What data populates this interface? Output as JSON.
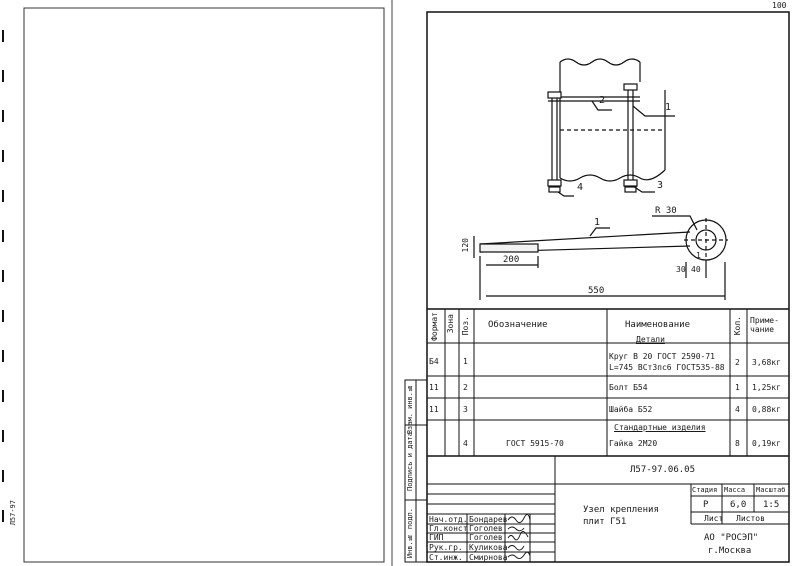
{
  "corner_mark": "100",
  "drawing": {
    "callouts": [
      "1",
      "2",
      "3",
      "4"
    ],
    "radius_label": "R 30",
    "dim_height": "120",
    "dim_thread": "200",
    "dim_total": "550",
    "dim_right_a": "30",
    "dim_right_b": "40",
    "dim_right_c": "1"
  },
  "spec": {
    "headers": {
      "format": "Формат",
      "zone": "Зона",
      "pos": "Поз.",
      "designation": "Обозначение",
      "name": "Наименование",
      "qty": "Кол.",
      "note": "Приме-чание"
    },
    "section_details": "Детали",
    "section_standard": "Стандартные изделия",
    "rows": [
      {
        "format": "Б4",
        "pos": "1",
        "designation": "",
        "name_line1": "Круг В 20 ГОСТ 2590-71",
        "name_line2": "L=745 ВСт3пс6 ГОСТ535-88",
        "qty": "2",
        "note": "3,68кг"
      },
      {
        "format": "11",
        "pos": "2",
        "designation": "",
        "name_line1": "Болт Б54",
        "name_line2": "",
        "qty": "1",
        "note": "1,25кг"
      },
      {
        "format": "11",
        "pos": "3",
        "designation": "",
        "name_line1": "Шайба Б52",
        "name_line2": "",
        "qty": "4",
        "note": "0,88кг"
      },
      {
        "format": "",
        "pos": "4",
        "designation": "ГОСТ 5915-70",
        "name_line1": "Гайка 2М20",
        "name_line2": "",
        "qty": "8",
        "note": "0,19кг"
      }
    ]
  },
  "title_block": {
    "code": "Л57-97.06.05",
    "title_line1": "Узел крепления",
    "title_line2": "плит Г51",
    "stage_label": "Стадия",
    "mass_label": "Масса",
    "scale_label": "Масштаб",
    "stage": "Р",
    "mass": "6,0",
    "scale": "1:5",
    "sheet_label": "Лист",
    "sheets_label": "Листов",
    "org_line1": "АО \"РОСЭП\"",
    "org_line2": "г.Москва",
    "roles": [
      {
        "role": "Нач.отд.",
        "name": "Бондарев"
      },
      {
        "role": "Гл.конст",
        "name": "Гоголев"
      },
      {
        "role": "ГИП",
        "name": "Гоголев"
      },
      {
        "role": "Рук.гр.",
        "name": "Куликова"
      },
      {
        "role": "Ст.инж.",
        "name": "Смирнова"
      }
    ]
  },
  "side_stamp": {
    "inv_orig": "Инв.№ подл.",
    "sign_date": "Подпись и дата",
    "inv_replace": "Взам. инв.№",
    "left_tiny": "Л57-97"
  }
}
